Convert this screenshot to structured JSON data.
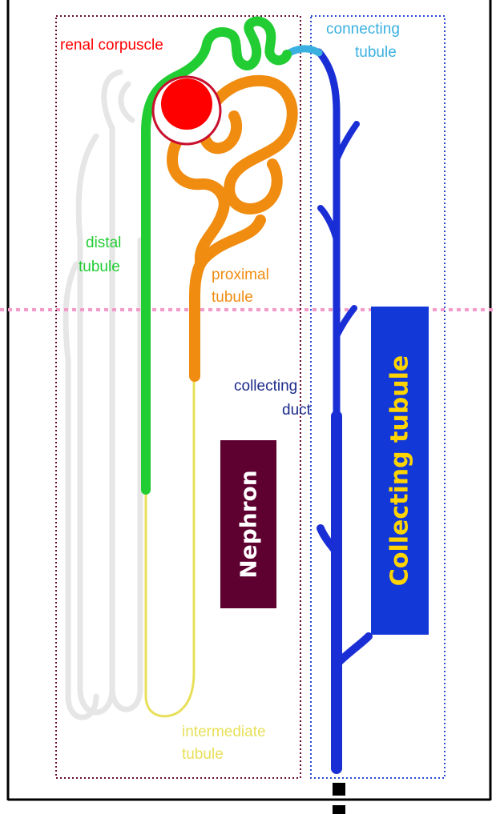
{
  "labels": {
    "renal_corpuscle": "renal corpuscle",
    "connecting_tubule_1": "connecting",
    "connecting_tubule_2": "tubule",
    "distal_tubule_1": "distal",
    "distal_tubule_2": "tubule",
    "proximal_tubule_1": "proximal",
    "proximal_tubule_2": "tubule",
    "collecting_duct_1": "collecting",
    "collecting_duct_2": "duct",
    "intermediate_tubule_1": "intermediate",
    "intermediate_tubule_2": "tubule",
    "nephron": "Nephron",
    "collecting_tubule": "Collecting tubule"
  },
  "colors": {
    "renal_corpuscle": "#ff0000",
    "renal_corpuscle_ring": "#c8102e",
    "distal_tubule": "#22cc33",
    "proximal_tubule": "#f08c10",
    "intermediate_tubule": "#e8e05a",
    "connecting_tubule": "#3ab0e0",
    "collecting_duct": "#1a2ed6",
    "collecting_duct_label": "#1a2a8a",
    "nephron_box_border": "#6a0a2a",
    "nephron_badge_bg": "#5e0030",
    "nephron_badge_text": "#ffffff",
    "collecting_box_border": "#2a4bd0",
    "collecting_badge_bg": "#1238d8",
    "collecting_badge_text": "#ffd400",
    "dotted_line": "#f49ac9",
    "ghost_outline": "#e4e4e4"
  }
}
